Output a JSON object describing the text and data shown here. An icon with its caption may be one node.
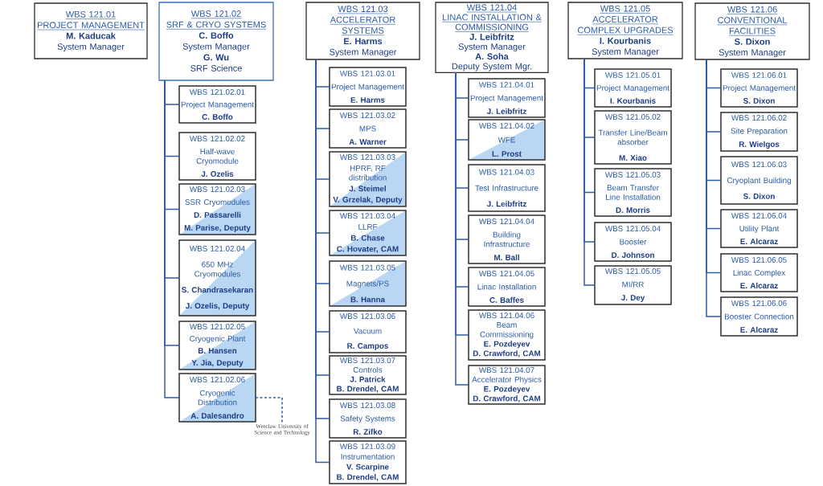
{
  "diagram": {
    "nodes": [
      {
        "text": [
          "WBS 121.01",
          "PROJECT MANAGEMENT",
          "M. Kaducak",
          "System Manager"
        ]
      },
      {
        "text": [
          "WBS 121.02",
          "SRF & CRYO SYSTEMS",
          "C. Boffo",
          "System Manager",
          "G. Wu",
          "SRF Science"
        ]
      },
      {
        "text": [
          "WBS 121.02.01",
          "Project Management",
          "C. Boffo"
        ]
      },
      {
        "text": [
          "WBS 121.02.02",
          "Half-wave Cryomodule",
          "J. Ozelis"
        ]
      },
      {
        "text": [
          "WBS 121.02.03",
          "SSR Cryomodules",
          "D. Passarelli",
          "M. Parise, Deputy"
        ]
      },
      {
        "text": [
          "WBS 121.02.04",
          "650 MHz Cryomodules",
          "S. Chandrasekaran",
          "J. Ozelis, Deputy"
        ]
      },
      {
        "text": [
          "WBS 121.02.05",
          "Cryogenic Plant",
          "B. Hansen",
          "Y. Jia, Deputy"
        ]
      },
      {
        "text": [
          "WBS 121.02.06",
          "Cryogenic Distribution",
          "A. Dalesandro"
        ]
      },
      {
        "text": [
          "Wroclaw University of Science and Technology"
        ]
      },
      {
        "text": [
          "WBS 121.03",
          "ACCELERATOR SYSTEMS",
          "E. Harms",
          "System Manager"
        ]
      },
      {
        "text": [
          "WBS 121.03.01",
          "Project Management",
          "E. Harms"
        ]
      },
      {
        "text": [
          "WBS 121.03.02",
          "MPS",
          "A. Warner"
        ]
      },
      {
        "text": [
          "WBS 121.03.03",
          "HPRF, RF distribution",
          "J. Steimel",
          "V. Grzelak, Deputy"
        ]
      },
      {
        "text": [
          "WBS 121.03.04",
          "LLRF",
          "B. Chase",
          "C. Hovater, CAM"
        ]
      },
      {
        "text": [
          "WBS 121.03.05",
          "Magnets/PS",
          "B. Hanna"
        ]
      },
      {
        "text": [
          "WBS 121.03.06",
          "Vacuum",
          "R. Campos"
        ]
      },
      {
        "text": [
          "WBS 121.03.07",
          "Controls",
          "J. Patrick",
          "B. Drendel, CAM"
        ]
      },
      {
        "text": [
          "WBS 121.03.08",
          "Safety Systems",
          "R. Zifko"
        ]
      },
      {
        "text": [
          "WBS 121.03.09",
          "Instrumentation",
          "V. Scarpine",
          "B. Drendel, CAM"
        ]
      },
      {
        "text": [
          "WBS 121.04",
          "LINAC INSTALLATION & COMMISSIONING",
          "J. Leibfritz",
          "System Manager",
          "A. Soha",
          "Deputy System Mgr."
        ]
      },
      {
        "text": [
          "WBS 121.04.01",
          "Project Management",
          "J. Leibfritz"
        ]
      },
      {
        "text": [
          "WBS 121.04.02",
          "WFE",
          "L. Prost"
        ]
      },
      {
        "text": [
          "WBS 121.04.03",
          "Test Infrastructure",
          "J. Leibfritz"
        ]
      },
      {
        "text": [
          "WBS 121.04.04",
          "Building Infrastructure",
          "M. Ball"
        ]
      },
      {
        "text": [
          "WBS 121.04.05",
          "Linac Installation",
          "C. Baffes"
        ]
      },
      {
        "text": [
          "WBS 121.04.06",
          "Beam Commissioning",
          "E. Pozdeyev",
          "D. Crawford, CAM"
        ]
      },
      {
        "text": [
          "WBS 121.04.07",
          "Accelerator Physics",
          "E. Pozdeyev",
          "D. Crawford, CAM"
        ]
      },
      {
        "text": [
          "WBS 121.05",
          "ACCELERATOR COMPLEX UPGRADES",
          "I. Kourbanis",
          "System Manager"
        ]
      },
      {
        "text": [
          "WBS 121.05.01",
          "Project Management",
          "I. Kourbanis"
        ]
      },
      {
        "text": [
          "WBS 121.05.02",
          "Transfer Line/Beam absorber",
          "M. Xiao"
        ]
      },
      {
        "text": [
          "WBS 121.05.03",
          "Beam Transfer Line Installation",
          "D. Morris"
        ]
      },
      {
        "text": [
          "WBS 121.05.04",
          "Booster",
          "D. Johnson"
        ]
      },
      {
        "text": [
          "WBS 121.05.05",
          "MI/RR",
          "J. Dey"
        ]
      },
      {
        "text": [
          "WBS 121.06",
          "CONVENTIONAL FACILITIES",
          "S. Dixon",
          "System Manager"
        ]
      },
      {
        "text": [
          "WBS 121.06.01",
          "Project Management",
          "S. Dixon"
        ]
      },
      {
        "text": [
          "WBS 121.06.02",
          "Site Preparation",
          "R. Wielgos"
        ]
      },
      {
        "text": [
          "WBS 121.06.03",
          "Cryoplant Building",
          "S. Dixon"
        ]
      },
      {
        "text": [
          "WBS 121.06.04",
          "Utility Plant",
          "E. Alcaraz"
        ]
      },
      {
        "text": [
          "WBS 121.06.05",
          "Linac Complex",
          "E. Alcaraz"
        ]
      },
      {
        "text": [
          "WBS 121.06.06",
          "Booster Connection",
          "E. Alcaraz"
        ]
      }
    ],
    "edges": [
      {
        "from": 1,
        "to": 2,
        "arrow": "none"
      },
      {
        "from": 1,
        "to": 3,
        "arrow": "none"
      },
      {
        "from": 1,
        "to": 4,
        "arrow": "none"
      },
      {
        "from": 1,
        "to": 5,
        "arrow": "none"
      },
      {
        "from": 1,
        "to": 6,
        "arrow": "none"
      },
      {
        "from": 1,
        "to": 7,
        "arrow": "none"
      },
      {
        "from": 7,
        "to": 8,
        "arrow": "none",
        "style": "dashed"
      },
      {
        "from": 9,
        "to": 10,
        "arrow": "none"
      },
      {
        "from": 9,
        "to": 11,
        "arrow": "none"
      },
      {
        "from": 9,
        "to": 12,
        "arrow": "none"
      },
      {
        "from": 9,
        "to": 13,
        "arrow": "none"
      },
      {
        "from": 9,
        "to": 14,
        "arrow": "none"
      },
      {
        "from": 9,
        "to": 15,
        "arrow": "none"
      },
      {
        "from": 9,
        "to": 16,
        "arrow": "none"
      },
      {
        "from": 9,
        "to": 17,
        "arrow": "none"
      },
      {
        "from": 9,
        "to": 18,
        "arrow": "none"
      },
      {
        "from": 19,
        "to": 20,
        "arrow": "none"
      },
      {
        "from": 19,
        "to": 21,
        "arrow": "none"
      },
      {
        "from": 19,
        "to": 22,
        "arrow": "none"
      },
      {
        "from": 19,
        "to": 23,
        "arrow": "none"
      },
      {
        "from": 19,
        "to": 24,
        "arrow": "none"
      },
      {
        "from": 19,
        "to": 25,
        "arrow": "none"
      },
      {
        "from": 19,
        "to": 26,
        "arrow": "none"
      },
      {
        "from": 27,
        "to": 28,
        "arrow": "none"
      },
      {
        "from": 27,
        "to": 29,
        "arrow": "none"
      },
      {
        "from": 27,
        "to": 30,
        "arrow": "none"
      },
      {
        "from": 27,
        "to": 31,
        "arrow": "none"
      },
      {
        "from": 27,
        "to": 32,
        "arrow": "none"
      },
      {
        "from": 33,
        "to": 34,
        "arrow": "none"
      },
      {
        "from": 33,
        "to": 35,
        "arrow": "none"
      },
      {
        "from": 33,
        "to": 36,
        "arrow": "none"
      },
      {
        "from": 33,
        "to": 37,
        "arrow": "none"
      },
      {
        "from": 33,
        "to": 38,
        "arrow": "none"
      },
      {
        "from": 33,
        "to": 39,
        "arrow": "none"
      }
    ]
  }
}
